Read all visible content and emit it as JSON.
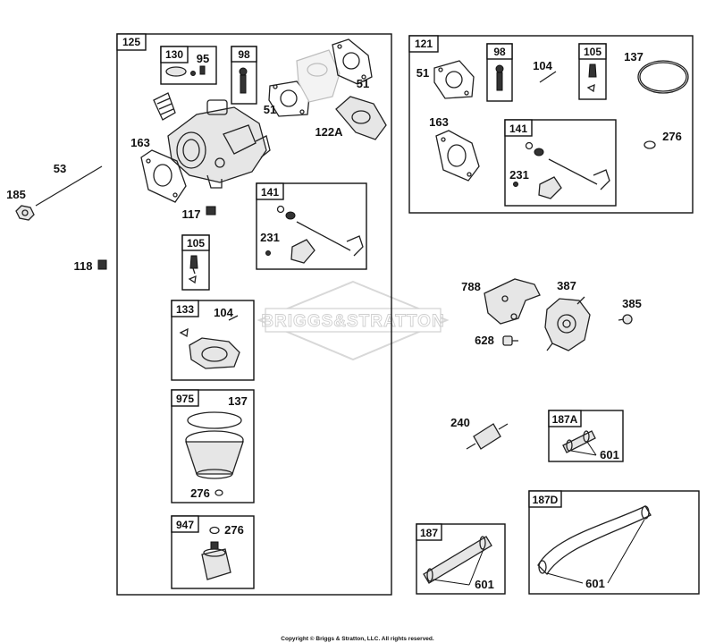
{
  "groups": {
    "g125": "125",
    "g121": "121",
    "g130": "130",
    "g98a": "98",
    "g98b": "98",
    "g105a": "105",
    "g105b": "105",
    "g141a": "141",
    "g141b": "141",
    "g133": "133",
    "g975": "975",
    "g947": "947",
    "g187A": "187A",
    "g187": "187",
    "g187D": "187D"
  },
  "parts": {
    "p95": "95",
    "p51a": "51",
    "p51b": "51",
    "p51c": "51",
    "p122A": "122A",
    "p163a": "163",
    "p163b": "163",
    "p117": "117",
    "p231a": "231",
    "p231b": "231",
    "p53": "53",
    "p185": "185",
    "p118": "118",
    "p104a": "104",
    "p104b": "104",
    "p137a": "137",
    "p137b": "137",
    "p276a": "276",
    "p276b": "276",
    "p276c": "276",
    "p788": "788",
    "p387": "387",
    "p385": "385",
    "p628": "628",
    "p240": "240",
    "p601a": "601",
    "p601b": "601",
    "p601c": "601"
  },
  "watermark": "BRIGGS&STRATTON",
  "copyright": "Copyright © Briggs & Stratton, LLC. All rights reserved."
}
